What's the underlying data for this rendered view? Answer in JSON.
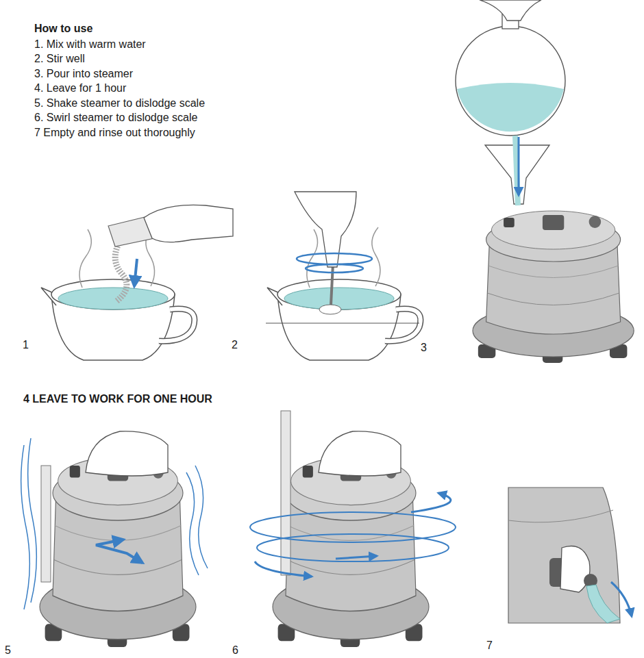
{
  "diagram": {
    "title": "How to use",
    "labels": [
      "1. Mix with warm water",
      "2. Stir well",
      "3. Pour into steamer",
      "4. Leave for 1 hour",
      "5. Shake steamer to dislodge scale",
      "6. Swirl steamer to dislodge scale",
      "7 Empty and rinse out thoroughly",
      "1",
      "2",
      "3",
      "4 LEAVE TO WORK FOR ONE HOUR",
      "5",
      "6",
      "7"
    ]
  }
}
